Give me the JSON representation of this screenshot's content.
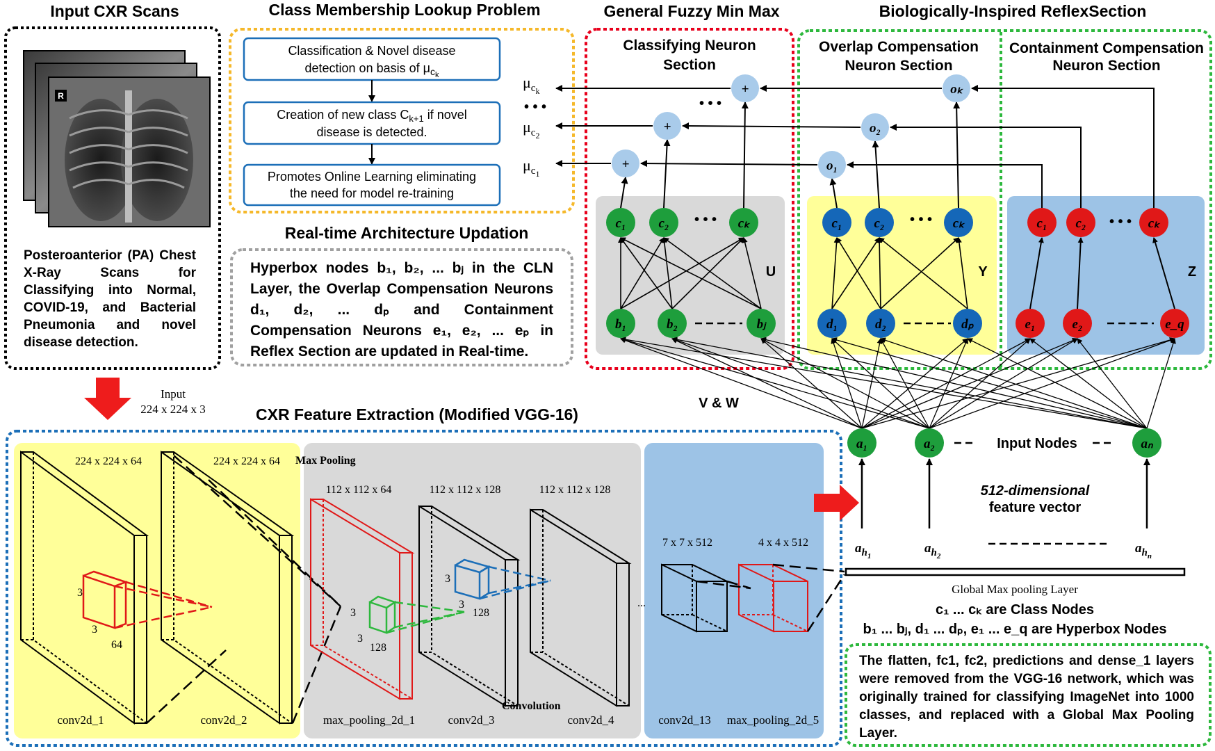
{
  "titles": {
    "input_cxr": "Input CXR Scans",
    "class_membership": "Class Membership Lookup Problem",
    "gfmm": "General Fuzzy Min Max",
    "reflex": "Biologically-Inspired ReflexSection",
    "realtime": "Real-time Architecture Updation",
    "feature_extraction": "CXR Feature Extraction (Modified VGG-16)"
  },
  "sections": {
    "classifying_1": "Classifying Neuron",
    "classifying_2": "Section",
    "overlap_1": "Overlap Compensation",
    "overlap_2": "Neuron Section",
    "containment_1": "Containment Compensation",
    "containment_2": "Neuron Section"
  },
  "cxr_description": "Posteroanterior (PA) Chest X-Ray Scans for Classifying into Normal, COVID-19, and Bacterial Pneumonia and novel disease detection.",
  "xray_marker": "R",
  "membership_steps": {
    "step1_line1": "Classification & Novel disease",
    "step1_line2": "detection on basis of μ",
    "step1_sub": "c",
    "step1_subsub": "k",
    "step2_line1": "Creation of new class C",
    "step2_sub": "k+1",
    "step2_tail": " if novel",
    "step2_line2": "disease is detected.",
    "step3_line1": "Promotes Online Learning eliminating",
    "step3_line2": "the need for model re-training"
  },
  "realtime_text": "Hyperbox nodes b₁, b₂, ... bⱼ in the CLN Layer, the Overlap Compensation Neurons d₁, d₂, ... dₚ and Containment Compensation Neurons e₁, e₂, ... eₚ in Reflex Section are updated in Real-time.",
  "vgg_note": "The flatten, fc1, fc2, predictions and dense_1 layers were removed from the VGG-16 network, which was originally trained for classifying ImageNet into 1000 classes, and replaced with a Global Max Pooling Layer.",
  "input_arrow_label_1": "Input",
  "input_arrow_label_2": "224 x 224 x 3",
  "cnn": {
    "dims": [
      "224 x 224 x 64",
      "224 x 224 x 64",
      "112 x 112 x 64",
      "112 x 112 x 128",
      "112 x 112 x 128",
      "7 x 7 x 512",
      "4 x 4 x 512"
    ],
    "layers": [
      "conv2d_1",
      "conv2d_2",
      "max_pooling_2d_1",
      "conv2d_3",
      "conv2d_4",
      "conv2d_13",
      "max_pooling_2d_5"
    ],
    "max_pooling": "Max Pooling",
    "convolution": "Convolution",
    "ellipsis": "...",
    "kernel_labels": [
      "3",
      "3",
      "64",
      "3",
      "3",
      "128",
      "3",
      "3",
      "128"
    ]
  },
  "network": {
    "classifying_nodes": [
      "c₁",
      "c₂",
      "cₖ"
    ],
    "hyperbox_nodes": [
      "b₁",
      "b₂",
      "bⱼ"
    ],
    "overlap_class_nodes": [
      "c₁",
      "c₂",
      "cₖ"
    ],
    "overlap_nodes": [
      "d₁",
      "d₂",
      "dₚ"
    ],
    "containment_class_nodes": [
      "c₁",
      "c₂",
      "cₖ"
    ],
    "containment_nodes": [
      "e₁",
      "e₂",
      "e_q"
    ],
    "o_nodes": [
      "o₁",
      "o₂",
      "oₖ"
    ],
    "sum_symbol": "+",
    "membership_out": [
      "μ",
      "μ",
      "μ"
    ],
    "membership_sub": [
      "c",
      "c",
      "c"
    ],
    "membership_subsub": [
      "1",
      "2",
      "k"
    ],
    "dots": "• • •",
    "dots_v": "• • •",
    "matrix_u": "U",
    "matrix_y": "Y",
    "matrix_z": "Z",
    "vw": "V & W",
    "input_nodes": [
      "a₁",
      "a₂",
      "aₙ"
    ],
    "input_nodes_label": "Input Nodes",
    "feature_vec_1": "512-dimensional",
    "feature_vec_2": "feature vector",
    "feature_inputs": [
      "a",
      "a",
      "a"
    ],
    "feature_inputs_sub": [
      "h",
      "h",
      "h"
    ],
    "feature_inputs_subsub": [
      "1",
      "2",
      "n"
    ],
    "gmp_layer": "Global Max pooling Layer",
    "class_nodes_legend": "c₁ ... cₖ are Class Nodes",
    "hyperbox_legend": "b₁ ... bⱼ, d₁ ... dₚ, e₁ ... e_q are Hyperbox Nodes"
  },
  "colors": {
    "green_node": "#1e9e3c",
    "blue_node": "#1567b8",
    "red_node": "#e01818",
    "light_node": "#a9cbea",
    "gray_panel": "#d9d9d9",
    "yellow_panel": "#ffff99",
    "blue_panel": "#9dc3e6",
    "orange_border": "#f5b82a",
    "red_border": "#e8001c",
    "green_border": "#2db83d",
    "blue_border": "#1c6fb8",
    "gray_border": "#a0a0a0"
  }
}
